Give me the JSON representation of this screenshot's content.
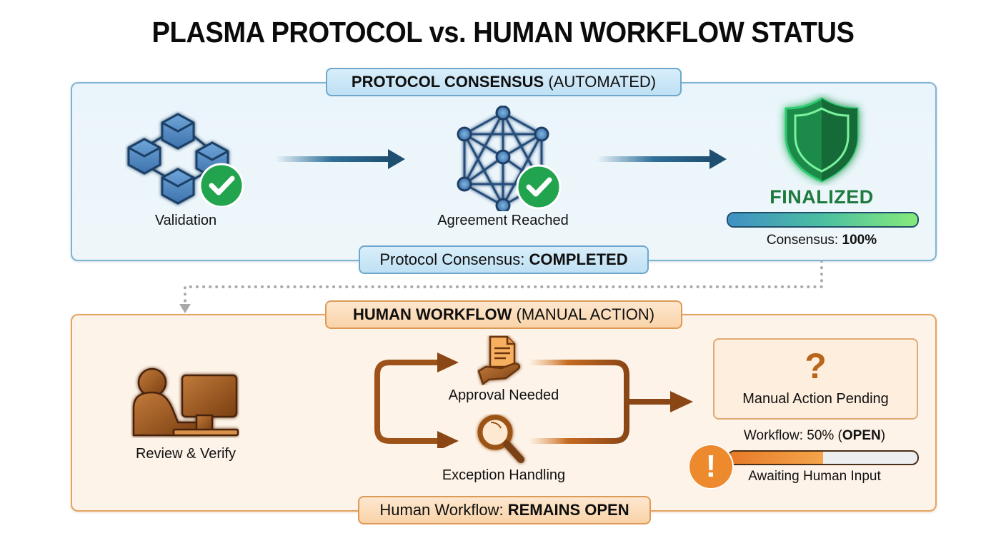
{
  "title": "PLASMA PROTOCOL vs. HUMAN WORKFLOW STATUS",
  "protocol": {
    "header_bold": "PROTOCOL CONSENSUS",
    "header_rest": " (AUTOMATED)",
    "steps": [
      {
        "label": "Validation",
        "icon": "blockchain-cubes-icon",
        "status": "check"
      },
      {
        "label": "Agreement Reached",
        "icon": "network-mesh-icon",
        "status": "check"
      }
    ],
    "final": {
      "icon": "shield-icon",
      "label": "FINALIZED",
      "progress_label_prefix": "Consensus: ",
      "progress_label_value": "100%",
      "progress_fraction": 1.0
    },
    "footer_prefix": "Protocol Consensus: ",
    "footer_bold": "COMPLETED",
    "colors": {
      "accent": "#2f6f99",
      "success": "#22a44e",
      "finalized": "#1f7a3f"
    }
  },
  "human": {
    "header_bold": "HUMAN WORKFLOW",
    "header_rest": " (MANUAL ACTION)",
    "start": {
      "label": "Review & Verify",
      "icon": "person-at-computer-icon"
    },
    "branches": [
      {
        "label": "Approval Needed",
        "icon": "document-hand-icon"
      },
      {
        "label": "Exception Handling",
        "icon": "magnifier-icon"
      }
    ],
    "pending": {
      "icon": "question-mark-icon",
      "label": "Manual Action Pending"
    },
    "progress_label_prefix": "Workflow: 50% (",
    "progress_label_bold": "OPEN",
    "progress_label_suffix": ")",
    "progress_fraction": 0.5,
    "alert_icon": "exclamation-icon",
    "alert_label": "Awaiting Human Input",
    "footer_prefix": "Human Workflow: ",
    "footer_bold": "REMAINS OPEN",
    "colors": {
      "accent": "#a8561a",
      "alert": "#ee8a2e"
    }
  }
}
